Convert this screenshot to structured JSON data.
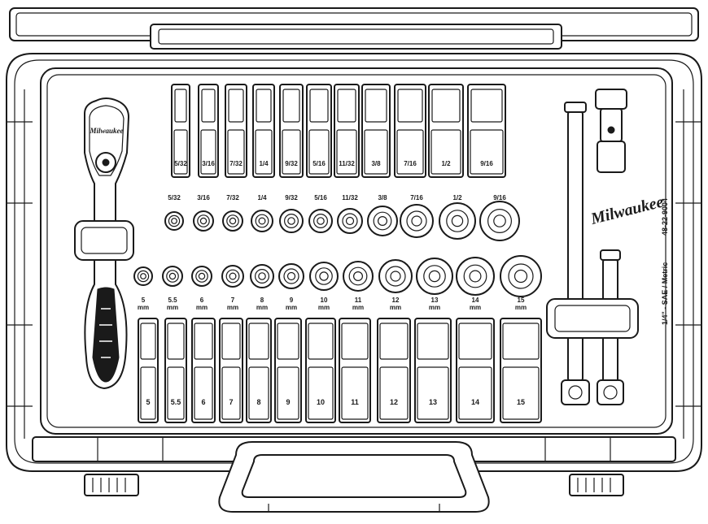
{
  "brand": "Milwaukee",
  "ratchet_brand": "Milwaukee",
  "side_text": {
    "part_number": "48-22-9004",
    "description": "1/4\" - SAE / Metric"
  },
  "sae_deep_labels": [
    "5/32",
    "3/16",
    "7/32",
    "1/4",
    "9/32",
    "5/16",
    "11/32",
    "3/8",
    "7/16",
    "1/2",
    "9/16"
  ],
  "sae_row_labels": [
    "5/32",
    "3/16",
    "7/32",
    "1/4",
    "9/32",
    "5/16",
    "11/32",
    "3/8",
    "7/16",
    "1/2",
    "9/16"
  ],
  "metric_row_labels": [
    "5",
    "5.5",
    "6",
    "7",
    "8",
    "9",
    "10",
    "11",
    "12",
    "13",
    "14",
    "15"
  ],
  "metric_unit": "mm",
  "metric_deep_labels": [
    "5",
    "5.5",
    "6",
    "7",
    "8",
    "9",
    "10",
    "11",
    "12",
    "13",
    "14",
    "15"
  ]
}
